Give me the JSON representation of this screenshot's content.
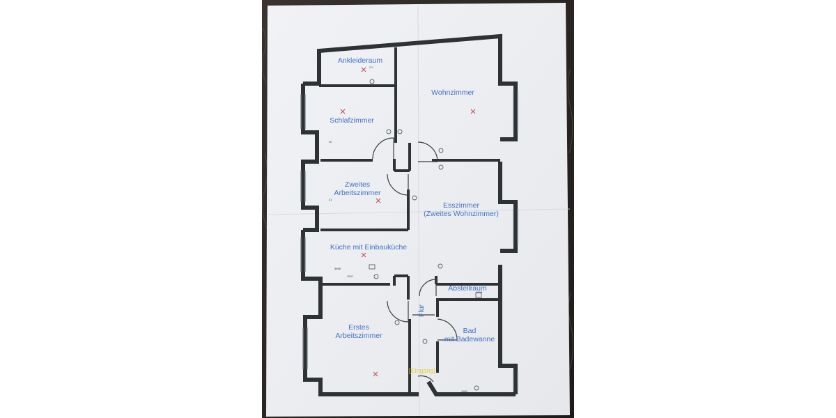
{
  "rooms": {
    "ankleideraum": "Ankleideraum",
    "wohnzimmer": "Wohnzimmer",
    "schlafzimmer": "Schlafzimmer",
    "zweites_line1": "Zweites",
    "zweites_line2": "Arbeitszimmer",
    "esszimmer_line1": "Esszimmer",
    "esszimmer_line2": "(Zweites Wohnzimmer)",
    "kueche": "Küche mit Einbauküche",
    "abstellraum": "Abstellraum",
    "flur": "Flur",
    "erstes_line1": "Erstes",
    "erstes_line2": "Arbeitszimmer",
    "bad_line1": "Bad",
    "bad_line2": "mit Badewanne",
    "eingang": "[Eingang]"
  },
  "annotations": {
    "a1": "2.0",
    "a2": "20",
    "a3": "21",
    "a4": "4808",
    "a5": "3698",
    "a6": "1120",
    "a7": "1199"
  },
  "colors": {
    "background": "#ffffff",
    "paper": "#eceef2",
    "wall": "#2e3233",
    "room_label": "#3f72c8",
    "entrance_label": "#e6d23a",
    "table_surface": "#2b2623"
  }
}
